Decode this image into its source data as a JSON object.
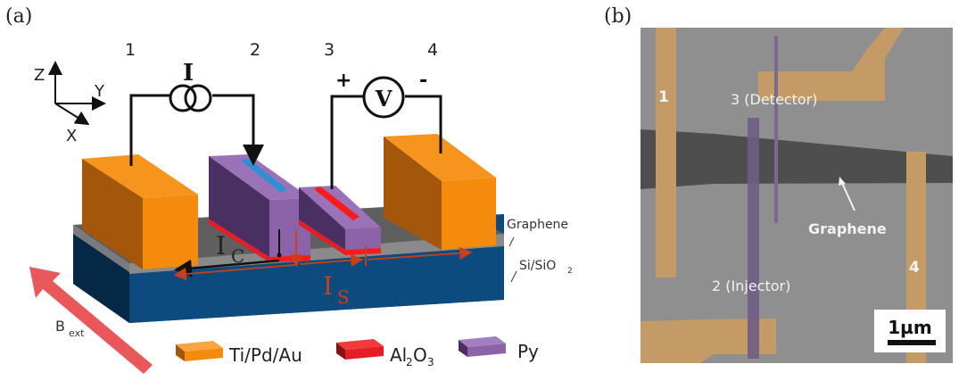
{
  "panel_a": {
    "label": "(a)",
    "axes": {
      "z": "Z",
      "y": "Y",
      "x": "X"
    },
    "contacts": [
      "1",
      "2",
      "3",
      "4"
    ],
    "current_source": {
      "label": "I"
    },
    "voltmeter": {
      "label": "V",
      "plus": "+",
      "minus": "-"
    },
    "currents": {
      "charge_main": "I",
      "charge_sub": "C",
      "spin_main": "I",
      "spin_sub": "S"
    },
    "layers": {
      "graphene": "Graphene",
      "substrate": "Si/SiO",
      "substrate_sub": "2"
    },
    "field": {
      "main": "B",
      "sub": "ext"
    },
    "legend": [
      {
        "label": "Ti/Pd/Au",
        "color": "#f7941d"
      },
      {
        "label_main": "Al",
        "sub1": "2",
        "mid": "O",
        "sub2": "3",
        "color": "#e41e26"
      },
      {
        "label": "Py",
        "color": "#8c62a8"
      }
    ],
    "colors": {
      "gold": "#f7941d",
      "py": "#8c62a8",
      "al2o3": "#e41e26",
      "substrate": "#0d4a7e",
      "graphene": "#6e6e6e",
      "field_arrow": "#e8585a",
      "spin": "#c8401a",
      "magnet_blue": "#2f8fd0"
    }
  },
  "panel_b": {
    "label": "(b)",
    "contact_1": "1",
    "contact_4": "4",
    "detector": "3 (Detector)",
    "injector": "2 (Injector)",
    "graphene": "Graphene",
    "scale_bar": "1µm",
    "colors": {
      "background": "#8f8f8f",
      "flake": "#4d4d4d",
      "gold": "#c49a66",
      "py": "#7a6a8e"
    }
  }
}
